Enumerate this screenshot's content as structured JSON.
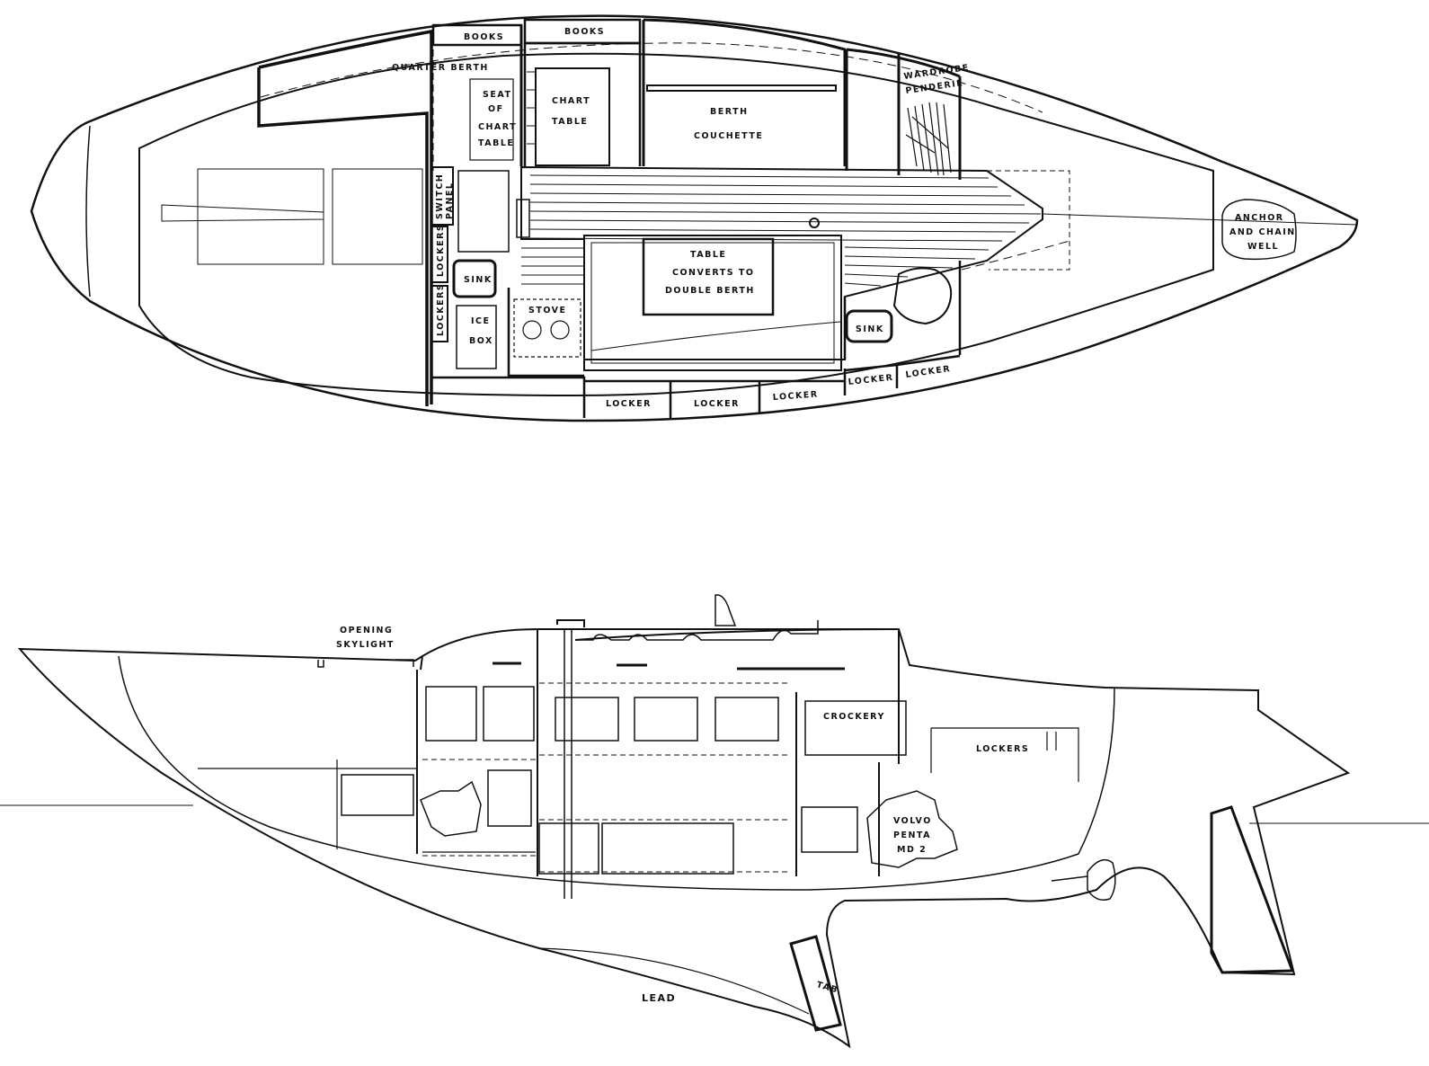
{
  "plan_view": {
    "labels": {
      "quarter_berth": "QUARTER BERTH",
      "books_1": "BOOKS",
      "books_2": "BOOKS",
      "seat_1": "SEAT",
      "seat_2": "OF",
      "seat_3": "CHART",
      "seat_4": "TABLE",
      "chart_table_1": "CHART",
      "chart_table_2": "TABLE",
      "berth": "BERTH",
      "couchette": "COUCHETTE",
      "wardrobe_1": "WARDROBE",
      "wardrobe_2": "PENDERIE",
      "switch_panel_1": "SWITCH",
      "switch_panel_2": "PANEL",
      "lockers_1": "LOCKERS",
      "lockers_2": "LOCKERS",
      "sink_1": "SINK",
      "ice_box_1": "ICE",
      "ice_box_2": "BOX",
      "stove": "STOVE",
      "table_1": "TABLE",
      "table_2": "CONVERTS TO",
      "table_3": "DOUBLE BERTH",
      "sink_2": "SINK",
      "anchor_1": "ANCHOR",
      "anchor_2": "AND CHAIN",
      "anchor_3": "WELL",
      "locker_1": "LOCKER",
      "locker_2": "LOCKER",
      "locker_3": "LOCKER",
      "locker_4": "LOCKER",
      "locker_5": "LOCKER"
    }
  },
  "profile_view": {
    "labels": {
      "skylight_1": "OPENING",
      "skylight_2": "SKYLIGHT",
      "crockery": "CROCKERY",
      "lockers": "LOCKERS",
      "engine_1": "VOLVO",
      "engine_2": "PENTA",
      "engine_3": "MD 2",
      "lead": "LEAD",
      "tab": "TAB"
    }
  }
}
